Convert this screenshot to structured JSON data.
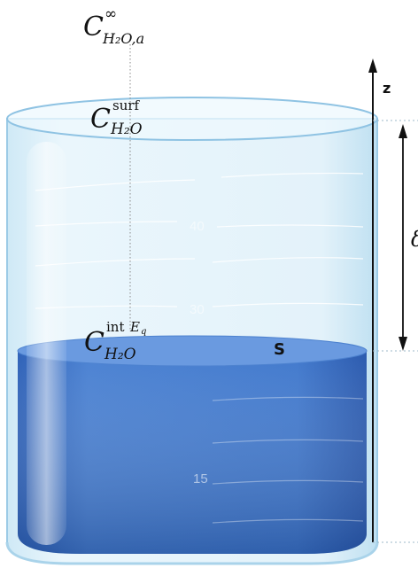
{
  "labels": {
    "c_inf": {
      "base": "C",
      "sup": "∞",
      "sub": "H₂O,a"
    },
    "c_surf": {
      "base": "C",
      "sup": "surf",
      "sub": "H₂O"
    },
    "c_int": {
      "base": "C",
      "sup_a": "int",
      "sup_b": "E",
      "sup_c": "q",
      "sub": "H₂O"
    },
    "s": "S",
    "z": "z",
    "delta": "δ"
  },
  "scale_marks": [
    "40",
    "30",
    "15"
  ],
  "colors": {
    "liquid_top": "#5b8ed6",
    "liquid_body": "#3f77cc",
    "glass_edge": "#8fc3e3",
    "glass_fill": "#e3f3fb"
  }
}
